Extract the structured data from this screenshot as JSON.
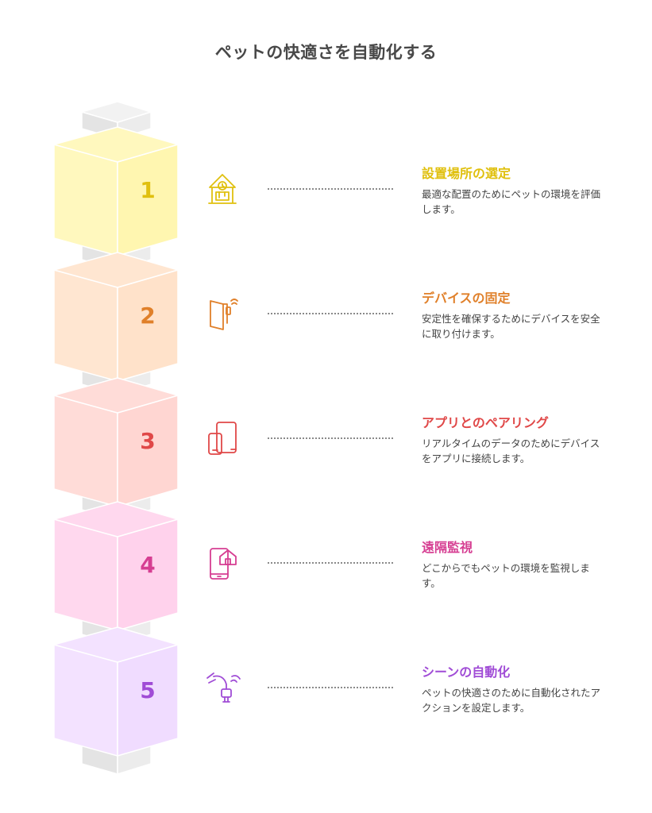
{
  "title": "ペットの快適さを自動化する",
  "steps": [
    {
      "number": "1",
      "title": "設置場所の選定",
      "description": "最適な配置のためにペットの環境を評価します。",
      "color": "#E0C00E",
      "fill_front": "#FFF6B0",
      "fill_side": "#FFF8BE",
      "icon": "cuckoo-clock-icon"
    },
    {
      "number": "2",
      "title": "デバイスの固定",
      "description": "安定性を確保するためにデバイスを安全に取り付けます。",
      "color": "#E0802A",
      "fill_front": "#FFE2CA",
      "fill_side": "#FFE6D1",
      "icon": "door-sensor-icon"
    },
    {
      "number": "3",
      "title": "アプリとのペアリング",
      "description": "リアルタイムのデータのためにデバイスをアプリに接続します。",
      "color": "#E04848",
      "fill_front": "#FFD6D2",
      "fill_side": "#FFDCD8",
      "icon": "phone-tablet-icon"
    },
    {
      "number": "4",
      "title": "遠隔監視",
      "description": "どこからでもペットの環境を監視します。",
      "color": "#D63E92",
      "fill_front": "#FFD2EC",
      "fill_side": "#FFD8EE",
      "icon": "phone-home-icon"
    },
    {
      "number": "5",
      "title": "シーンの自動化",
      "description": "ペットの快適さのために自動化されたアクションを設定します。",
      "color": "#A04CD6",
      "fill_front": "#F0DCFF",
      "fill_side": "#F3E2FF",
      "icon": "smart-plug-icon"
    }
  ]
}
